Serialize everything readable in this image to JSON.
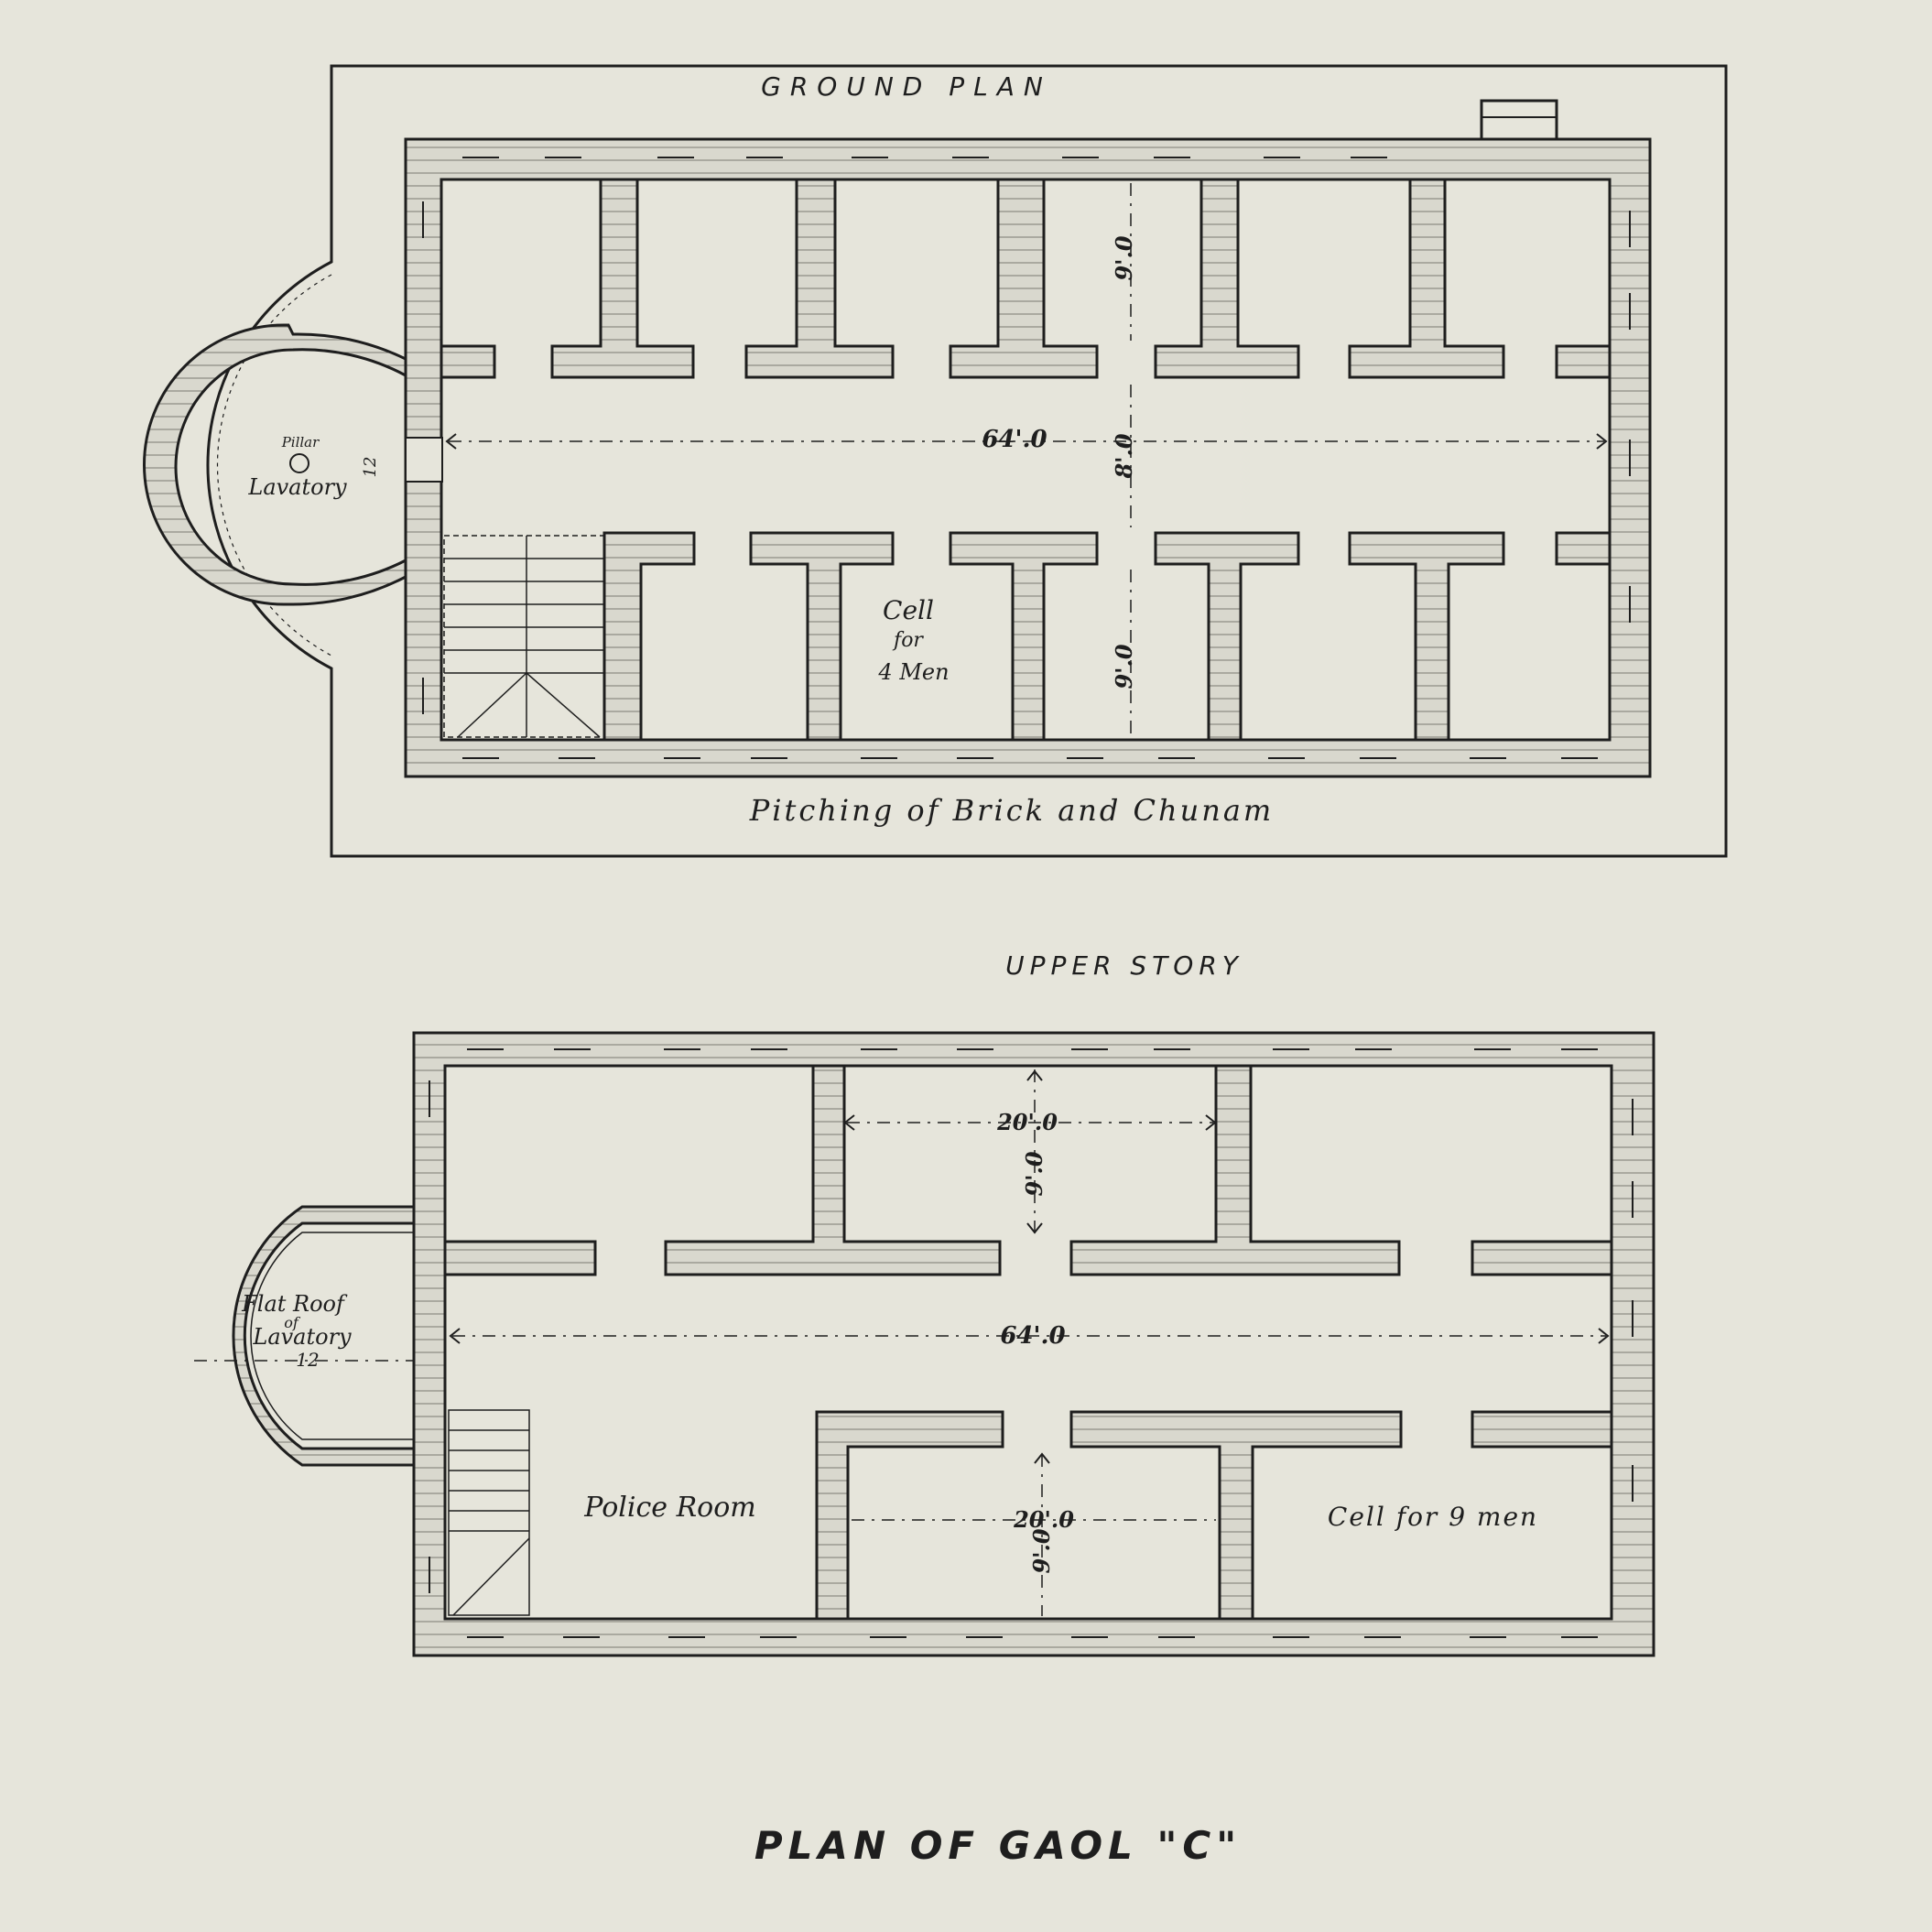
{
  "sheet_title": "PLAN OF GAOL \"C\"",
  "ground_plan": {
    "heading": "GROUND PLAN",
    "pitching_note": "Pitching of Brick and Chunam",
    "pillar_label": "Pillar",
    "lavatory_label": "Lavatory",
    "lavatory_dim": "12",
    "cell_label_lines": [
      "Cell",
      "for",
      "4 Men"
    ],
    "dim_length": "64'.0",
    "dim_corridor": "8'.0",
    "dim_cell_top": "9'.0",
    "dim_cell_bottom": "9'.0"
  },
  "upper_story": {
    "heading": "UPPER STORY",
    "roof_label_lines": [
      "Flat Roof",
      "of",
      "Lavatory"
    ],
    "roof_dim": "12",
    "police_room_label": "Police Room",
    "cell_9_label": "Cell for 9 men",
    "dim_length": "64'.0",
    "dim_room_top_width": "20'.0",
    "dim_room_top_depth": "9'.0",
    "dim_room_bottom_width": "20'.0",
    "dim_room_bottom_depth": "9'.0"
  },
  "colors": {
    "paper": "#e6e5db",
    "ink": "#1e1e1e"
  }
}
